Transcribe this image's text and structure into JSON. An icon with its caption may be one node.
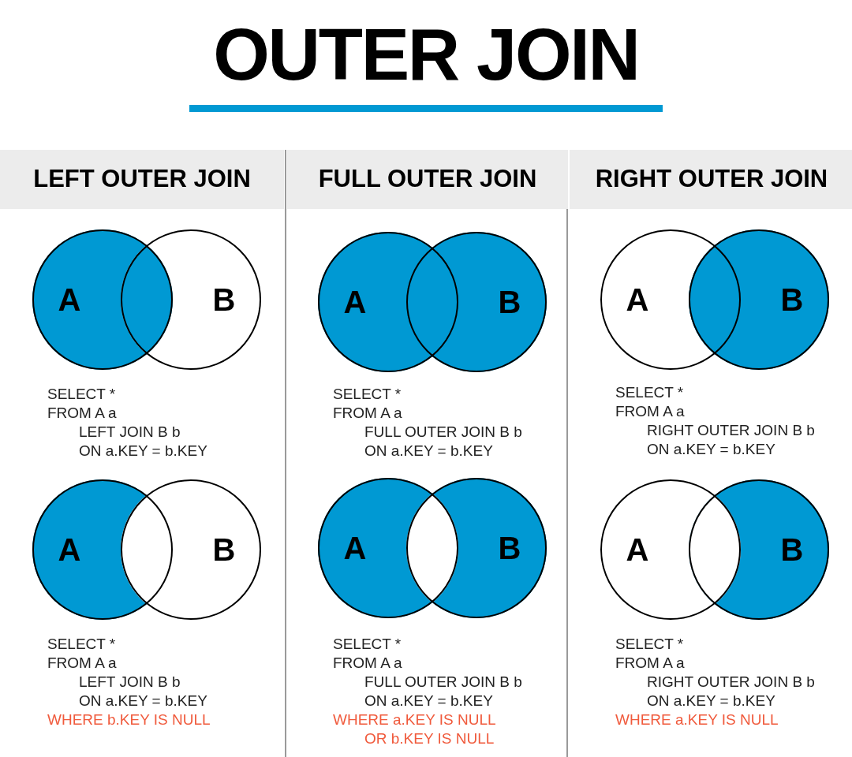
{
  "diagram": {
    "title": "OUTER JOIN",
    "nodes": [
      {
        "text": [
          "LEFT OUTER JOIN"
        ]
      },
      {
        "text": [
          "FULL OUTER JOIN"
        ]
      },
      {
        "text": [
          "RIGHT OUTER JOIN"
        ]
      },
      {
        "text": [
          "A"
        ]
      },
      {
        "text": [
          "B"
        ]
      },
      {
        "text": [
          "A"
        ]
      },
      {
        "text": [
          "B"
        ]
      },
      {
        "text": [
          "A"
        ]
      },
      {
        "text": [
          "B"
        ]
      },
      {
        "text": [
          "A"
        ]
      },
      {
        "text": [
          "B"
        ]
      },
      {
        "text": [
          "A"
        ]
      },
      {
        "text": [
          "B"
        ]
      },
      {
        "text": [
          "A"
        ]
      },
      {
        "text": [
          "B"
        ]
      }
    ],
    "labels": [
      "SELECT *",
      "FROM A a",
      "LEFT JOIN B b",
      "ON a.KEY = b.KEY",
      "SELECT *",
      "FROM A a",
      "FULL OUTER JOIN B b",
      "ON a.KEY = b.KEY",
      "SELECT *",
      "FROM A a",
      "RIGHT OUTER JOIN B b",
      "ON a.KEY = b.KEY",
      "SELECT *",
      "FROM A a",
      "LEFT JOIN B b",
      "ON a.KEY = b.KEY",
      "WHERE b.KEY IS NULL",
      "SELECT *",
      "FROM A a",
      "FULL OUTER JOIN B b",
      "ON a.KEY = b.KEY",
      "WHERE a.KEY IS NULL",
      "OR b.KEY IS NULL",
      "SELECT *",
      "FROM A a",
      "RIGHT OUTER JOIN B b",
      "ON a.KEY = b.KEY",
      "WHERE a.KEY IS NULL"
    ]
  }
}
